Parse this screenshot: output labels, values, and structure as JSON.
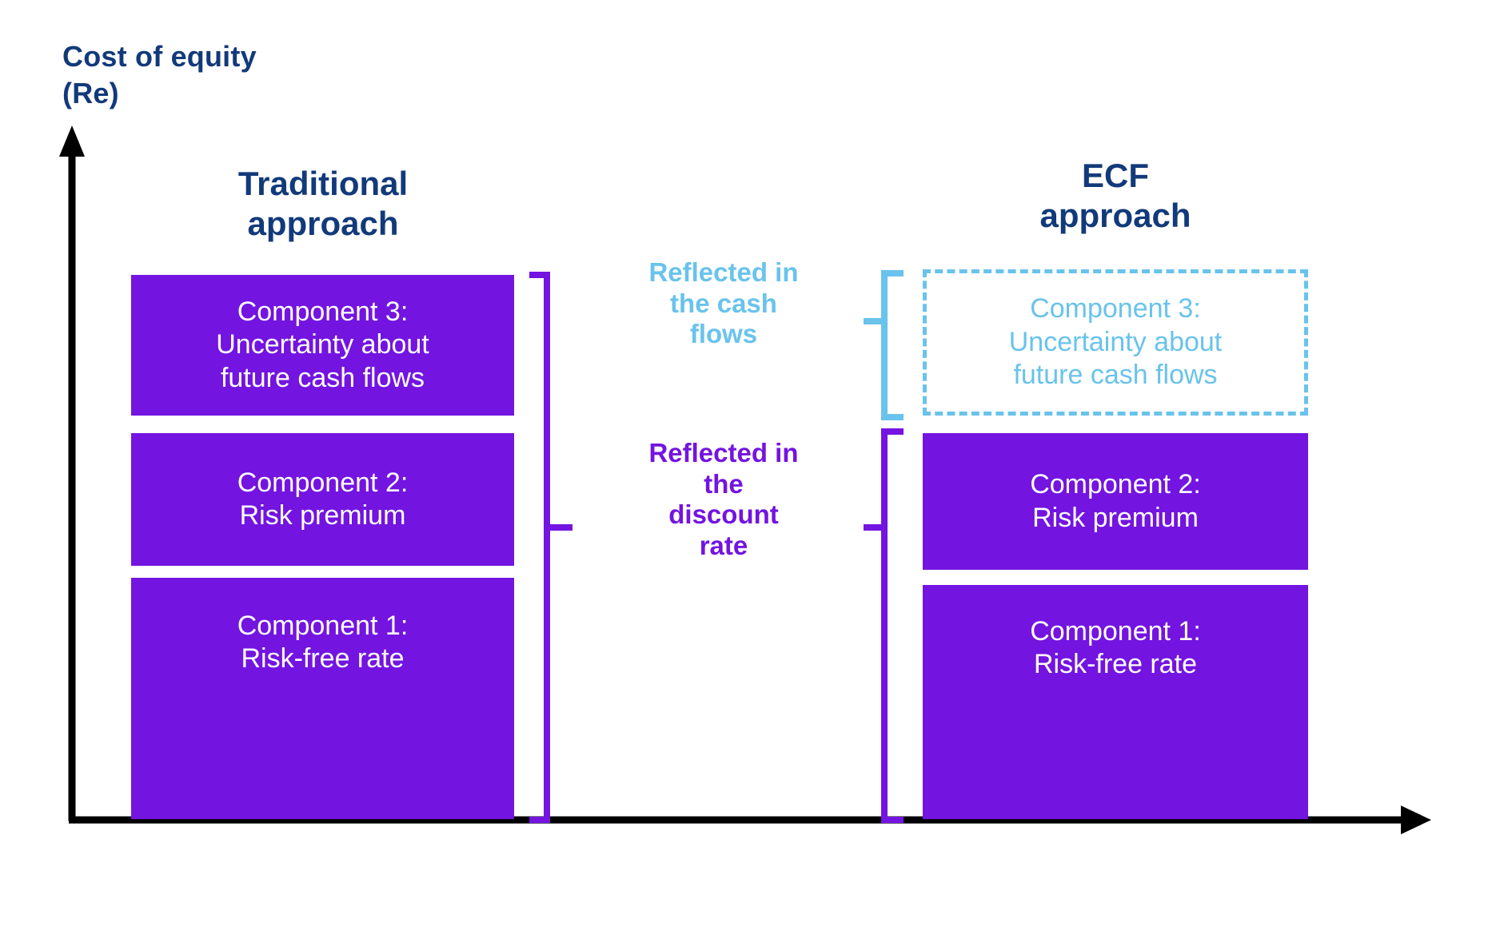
{
  "axis": {
    "y_title": "Cost of equity\n(Re)",
    "y_axis_name": "vertical-axis",
    "x_axis_name": "horizontal-axis",
    "axis_color": "#000000"
  },
  "colors": {
    "heading_navy": "#123a7a",
    "solid_purple": "#7314E0",
    "light_blue": "#69C3EC",
    "box_text": "#ffffff"
  },
  "columns": [
    {
      "id": "traditional",
      "heading": "Traditional\napproach",
      "boxes": [
        {
          "id": "trad-c3",
          "label": "Component 3:\nUncertainty about\nfuture cash flows",
          "style": "solid"
        },
        {
          "id": "trad-c2",
          "label": "Component 2:\nRisk premium",
          "style": "solid"
        },
        {
          "id": "trad-c1",
          "label": "Component 1:\nRisk-free rate",
          "style": "solid"
        }
      ]
    },
    {
      "id": "ecf",
      "heading": "ECF\napproach",
      "boxes": [
        {
          "id": "ecf-c3",
          "label": "Component 3:\nUncertainty about\nfuture cash flows",
          "style": "dashed"
        },
        {
          "id": "ecf-c2",
          "label": "Component 2:\nRisk premium",
          "style": "solid"
        },
        {
          "id": "ecf-c1",
          "label": "Component 1:\nRisk-free rate",
          "style": "solid"
        }
      ]
    }
  ],
  "annotations": [
    {
      "id": "cash-flows",
      "text": "Reflected in\nthe cash\nflows",
      "color": "#69C3EC"
    },
    {
      "id": "discount-rate",
      "text": "Reflected in\nthe\ndiscount\nrate",
      "color": "#7314E0"
    }
  ],
  "brackets": [
    {
      "id": "traditional-bracket",
      "color": "#7314E0",
      "points_to": "discount-rate"
    },
    {
      "id": "ecf-cash-bracket",
      "color": "#69C3EC",
      "points_to": "cash-flows"
    },
    {
      "id": "ecf-discount-bracket",
      "color": "#7314E0",
      "points_to": "discount-rate"
    }
  ]
}
